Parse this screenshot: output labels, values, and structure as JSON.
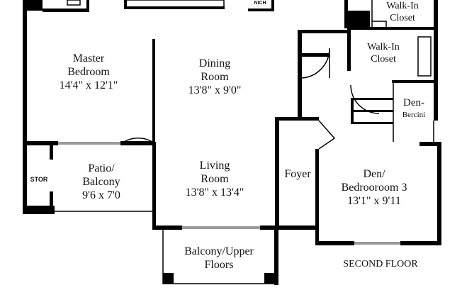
{
  "title": "SECOND FLOOR",
  "rooms": {
    "master_bedroom": {
      "name_line1": "Master",
      "name_line2": "Bedroom",
      "size": "14'4\" x 12'1\""
    },
    "dining_room": {
      "name_line1": "Dining",
      "name_line2": "Room",
      "size": "13'8\" x 9'0\""
    },
    "living_room": {
      "name_line1": "Living",
      "name_line2": "Room",
      "size": "13'8\" x 13'4\""
    },
    "patio": {
      "name_line1": "Patio/",
      "name_line2": "Balcony",
      "size": "9'6 x 7'0"
    },
    "storage": {
      "name": "STOR"
    },
    "balcony_upper": {
      "name_line1": "Balcony/Upper",
      "name_line2": "Floors"
    },
    "foyer": {
      "name": "Foyer"
    },
    "den": {
      "name_line1": "Den/",
      "name_line2": "Bedrooroom 3",
      "size": "13'1\" x 9'11"
    },
    "walk_in_closet_1": {
      "name_line1": "Walk-In",
      "name_line2": "Closet"
    },
    "walk_in_closet_2": {
      "name_line1": "Walk-In",
      "name_line2": "Closet"
    },
    "den_bercini": {
      "name_line1": "Den-",
      "name_line2": "Bercini"
    },
    "niche": {
      "name": "NICH"
    }
  },
  "colors": {
    "wall": "#000000",
    "window": "#9a9a9a"
  }
}
